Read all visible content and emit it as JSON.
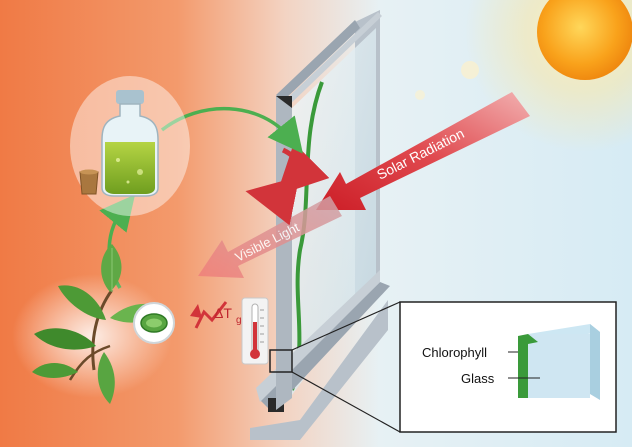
{
  "labels": {
    "solar_radiation": "Solar Radiation",
    "visible_light": "Visible Light",
    "delta_t": "ΔT",
    "delta_t_sub": "g",
    "chlorophyll": "Chlorophyll",
    "glass": "Glass"
  },
  "colors": {
    "background_warm": "#f2844f",
    "background_cool": "#dcefF6",
    "sun": "#f7a81b",
    "solar_arrow": "#d8262f",
    "visible_arrow": "#e98c8c",
    "chlorophyll_green": "#3a9a3a",
    "glass_blue": "#cfe6f2",
    "frame_gray": "#a9b3bd",
    "cycle_arrow": "#4caf50"
  },
  "icons": [
    "sun-icon",
    "bottle-icon",
    "cork-icon",
    "leaf-icon",
    "thermometer-icon",
    "magnifier-icon"
  ]
}
